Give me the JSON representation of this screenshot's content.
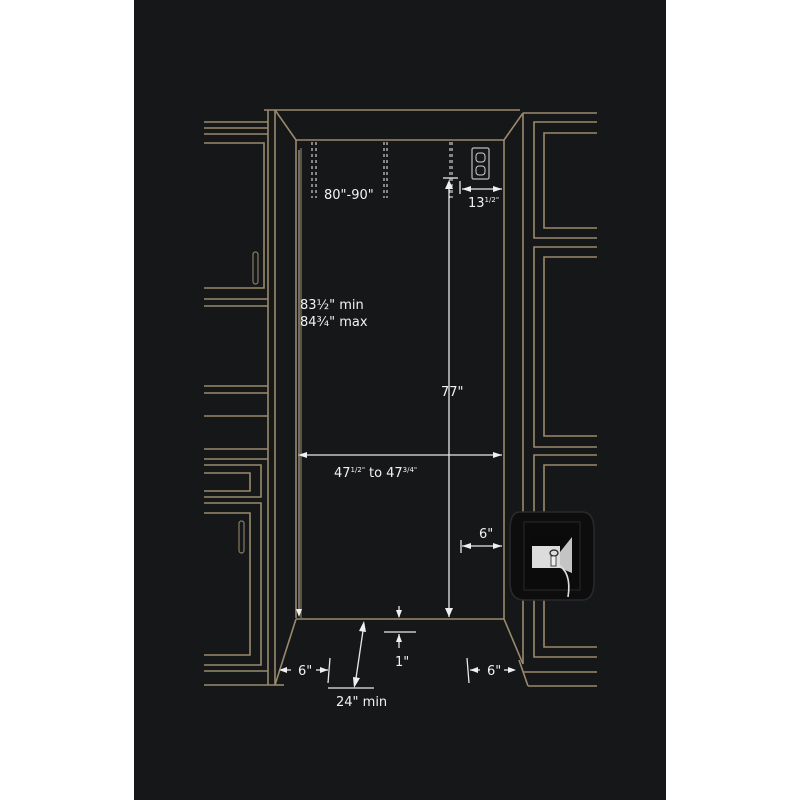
{
  "diagram": {
    "title": "Refrigerator installation dimensions",
    "colors": {
      "background": "#161719",
      "outline": "#9a8a6c",
      "dimension_lines": "#e8e8e8",
      "page": "#ffffff"
    },
    "labels": {
      "opening_height_range": "80\"-90\"",
      "outlet_offset_main": "13",
      "outlet_offset_frac": "1/2\"",
      "height_min": "83½\" min",
      "height_max": "84¾\" max",
      "outlet_height": "77\"",
      "width_main_1": "47",
      "width_frac_1": "1/2\"",
      "width_to": "to",
      "width_main_2": "47",
      "width_frac_2": "3/4\"",
      "water_line_offset": "6\"",
      "floor_clearance": "1\"",
      "left_side_clearance": "6\"",
      "right_side_clearance": "6\"",
      "front_clearance": "24\" min"
    },
    "icons": {
      "outlet": "electrical-outlet-icon",
      "water_valve": "water-shutoff-valve-icon"
    }
  }
}
